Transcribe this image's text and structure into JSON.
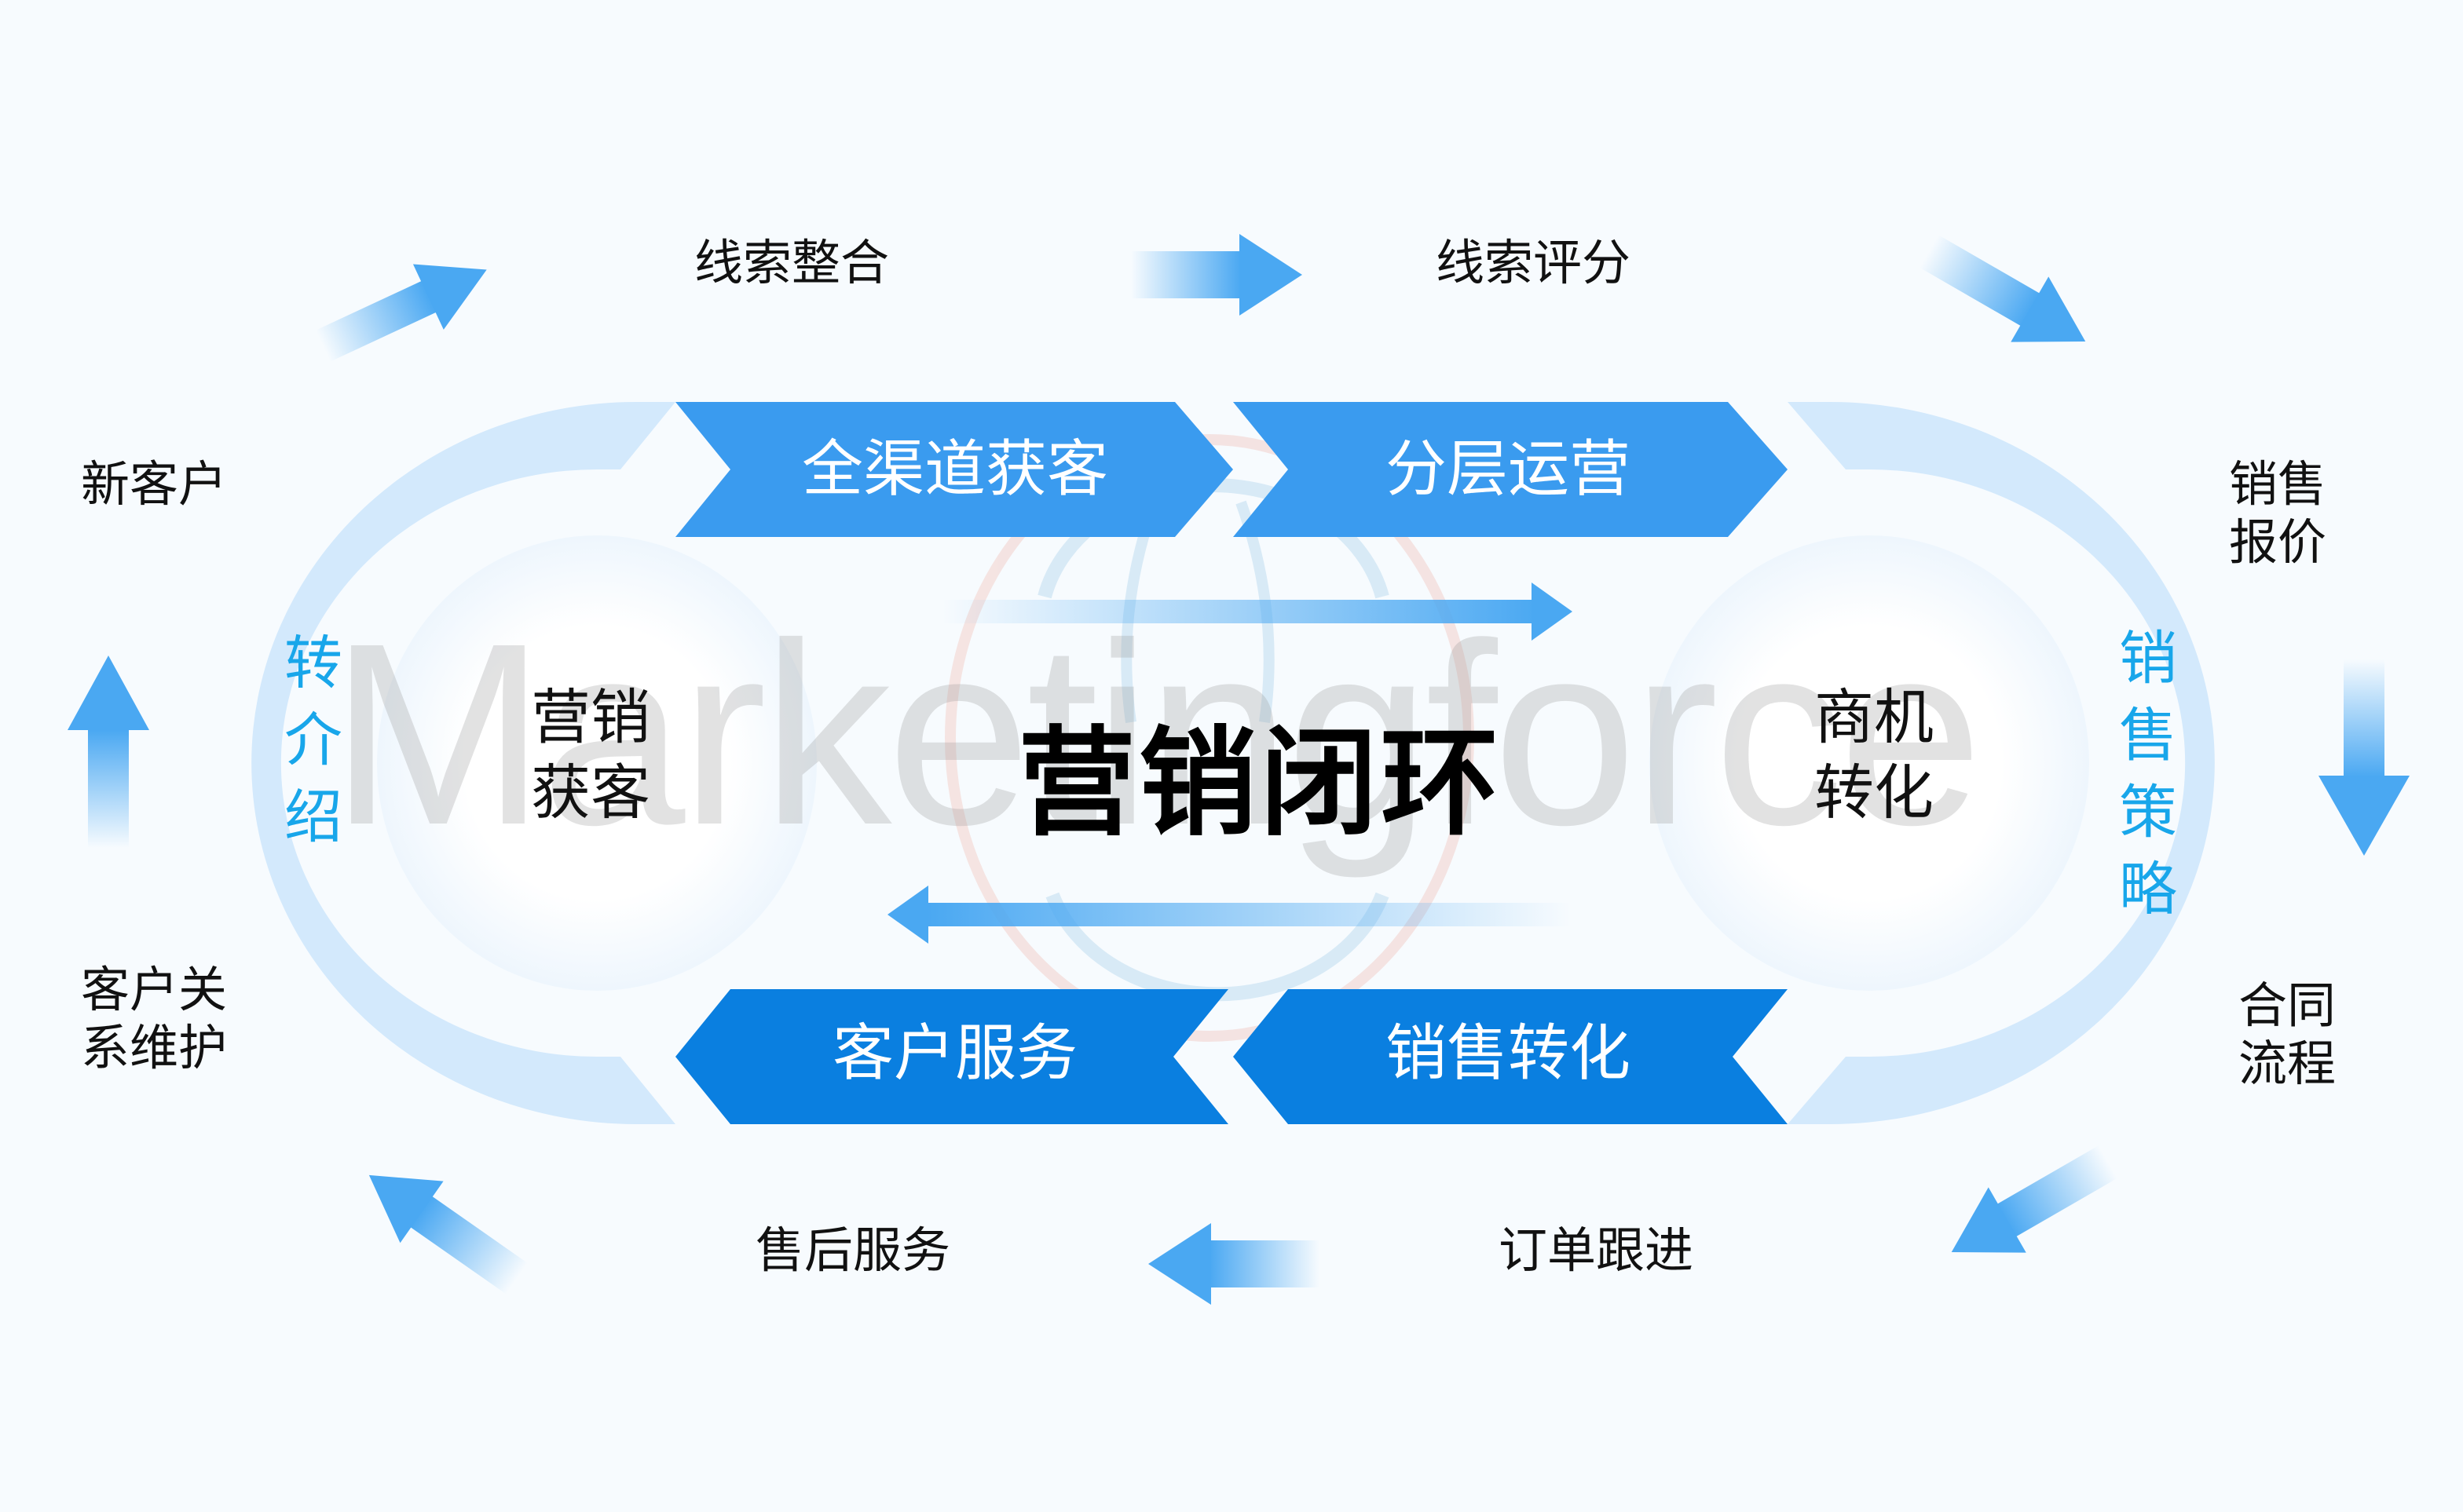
{
  "diagram": {
    "title": "营销闭环",
    "watermark": "Marketingforce",
    "colors": {
      "background": "#f7fbfe",
      "chevron_top": "#3a9bef",
      "chevron_bottom": "#0a7fe0",
      "ring": "#d3e9fc",
      "vertical_label": "#18a6ea",
      "arrow": "#4aa8f2",
      "text": "#111111"
    },
    "chevrons_top": [
      {
        "label": "全渠道获客",
        "direction": "right"
      },
      {
        "label": "分层运营",
        "direction": "right"
      }
    ],
    "chevrons_bottom": [
      {
        "label": "客户服务",
        "direction": "left"
      },
      {
        "label": "销售转化",
        "direction": "left"
      }
    ],
    "inner_labels": {
      "left": [
        "营销",
        "获客"
      ],
      "right": [
        "商机",
        "转化"
      ]
    },
    "ring_labels": {
      "left": [
        "转",
        "介",
        "绍"
      ],
      "right": [
        "销",
        "售",
        "策",
        "略"
      ]
    },
    "outer_steps": [
      {
        "id": "new-customer",
        "lines": [
          "新客户"
        ]
      },
      {
        "id": "lead-integration",
        "lines": [
          "线索整合"
        ]
      },
      {
        "id": "lead-scoring",
        "lines": [
          "线索评分"
        ]
      },
      {
        "id": "sales-quote",
        "lines": [
          "销售",
          "报价"
        ]
      },
      {
        "id": "contract-process",
        "lines": [
          "合同",
          "流程"
        ]
      },
      {
        "id": "order-followup",
        "lines": [
          "订单跟进"
        ]
      },
      {
        "id": "after-sales",
        "lines": [
          "售后服务"
        ]
      },
      {
        "id": "customer-relationship",
        "lines": [
          "客户关",
          "系维护"
        ]
      }
    ],
    "flow_arrows": [
      {
        "from": "新客户",
        "to": "线索整合",
        "direction": "up-right"
      },
      {
        "from": "线索整合",
        "to": "线索评分",
        "direction": "right"
      },
      {
        "from": "线索评分",
        "to": "销售报价",
        "direction": "down-right"
      },
      {
        "from": "销售报价",
        "to": "合同流程",
        "direction": "down"
      },
      {
        "from": "合同流程",
        "to": "订单跟进",
        "direction": "down-left"
      },
      {
        "from": "订单跟进",
        "to": "售后服务",
        "direction": "left"
      },
      {
        "from": "售后服务",
        "to": "客户关系维护",
        "direction": "up-left"
      },
      {
        "from": "客户关系维护",
        "to": "新客户",
        "direction": "up"
      }
    ],
    "center_arrows": [
      {
        "direction": "right"
      },
      {
        "direction": "left"
      }
    ]
  }
}
